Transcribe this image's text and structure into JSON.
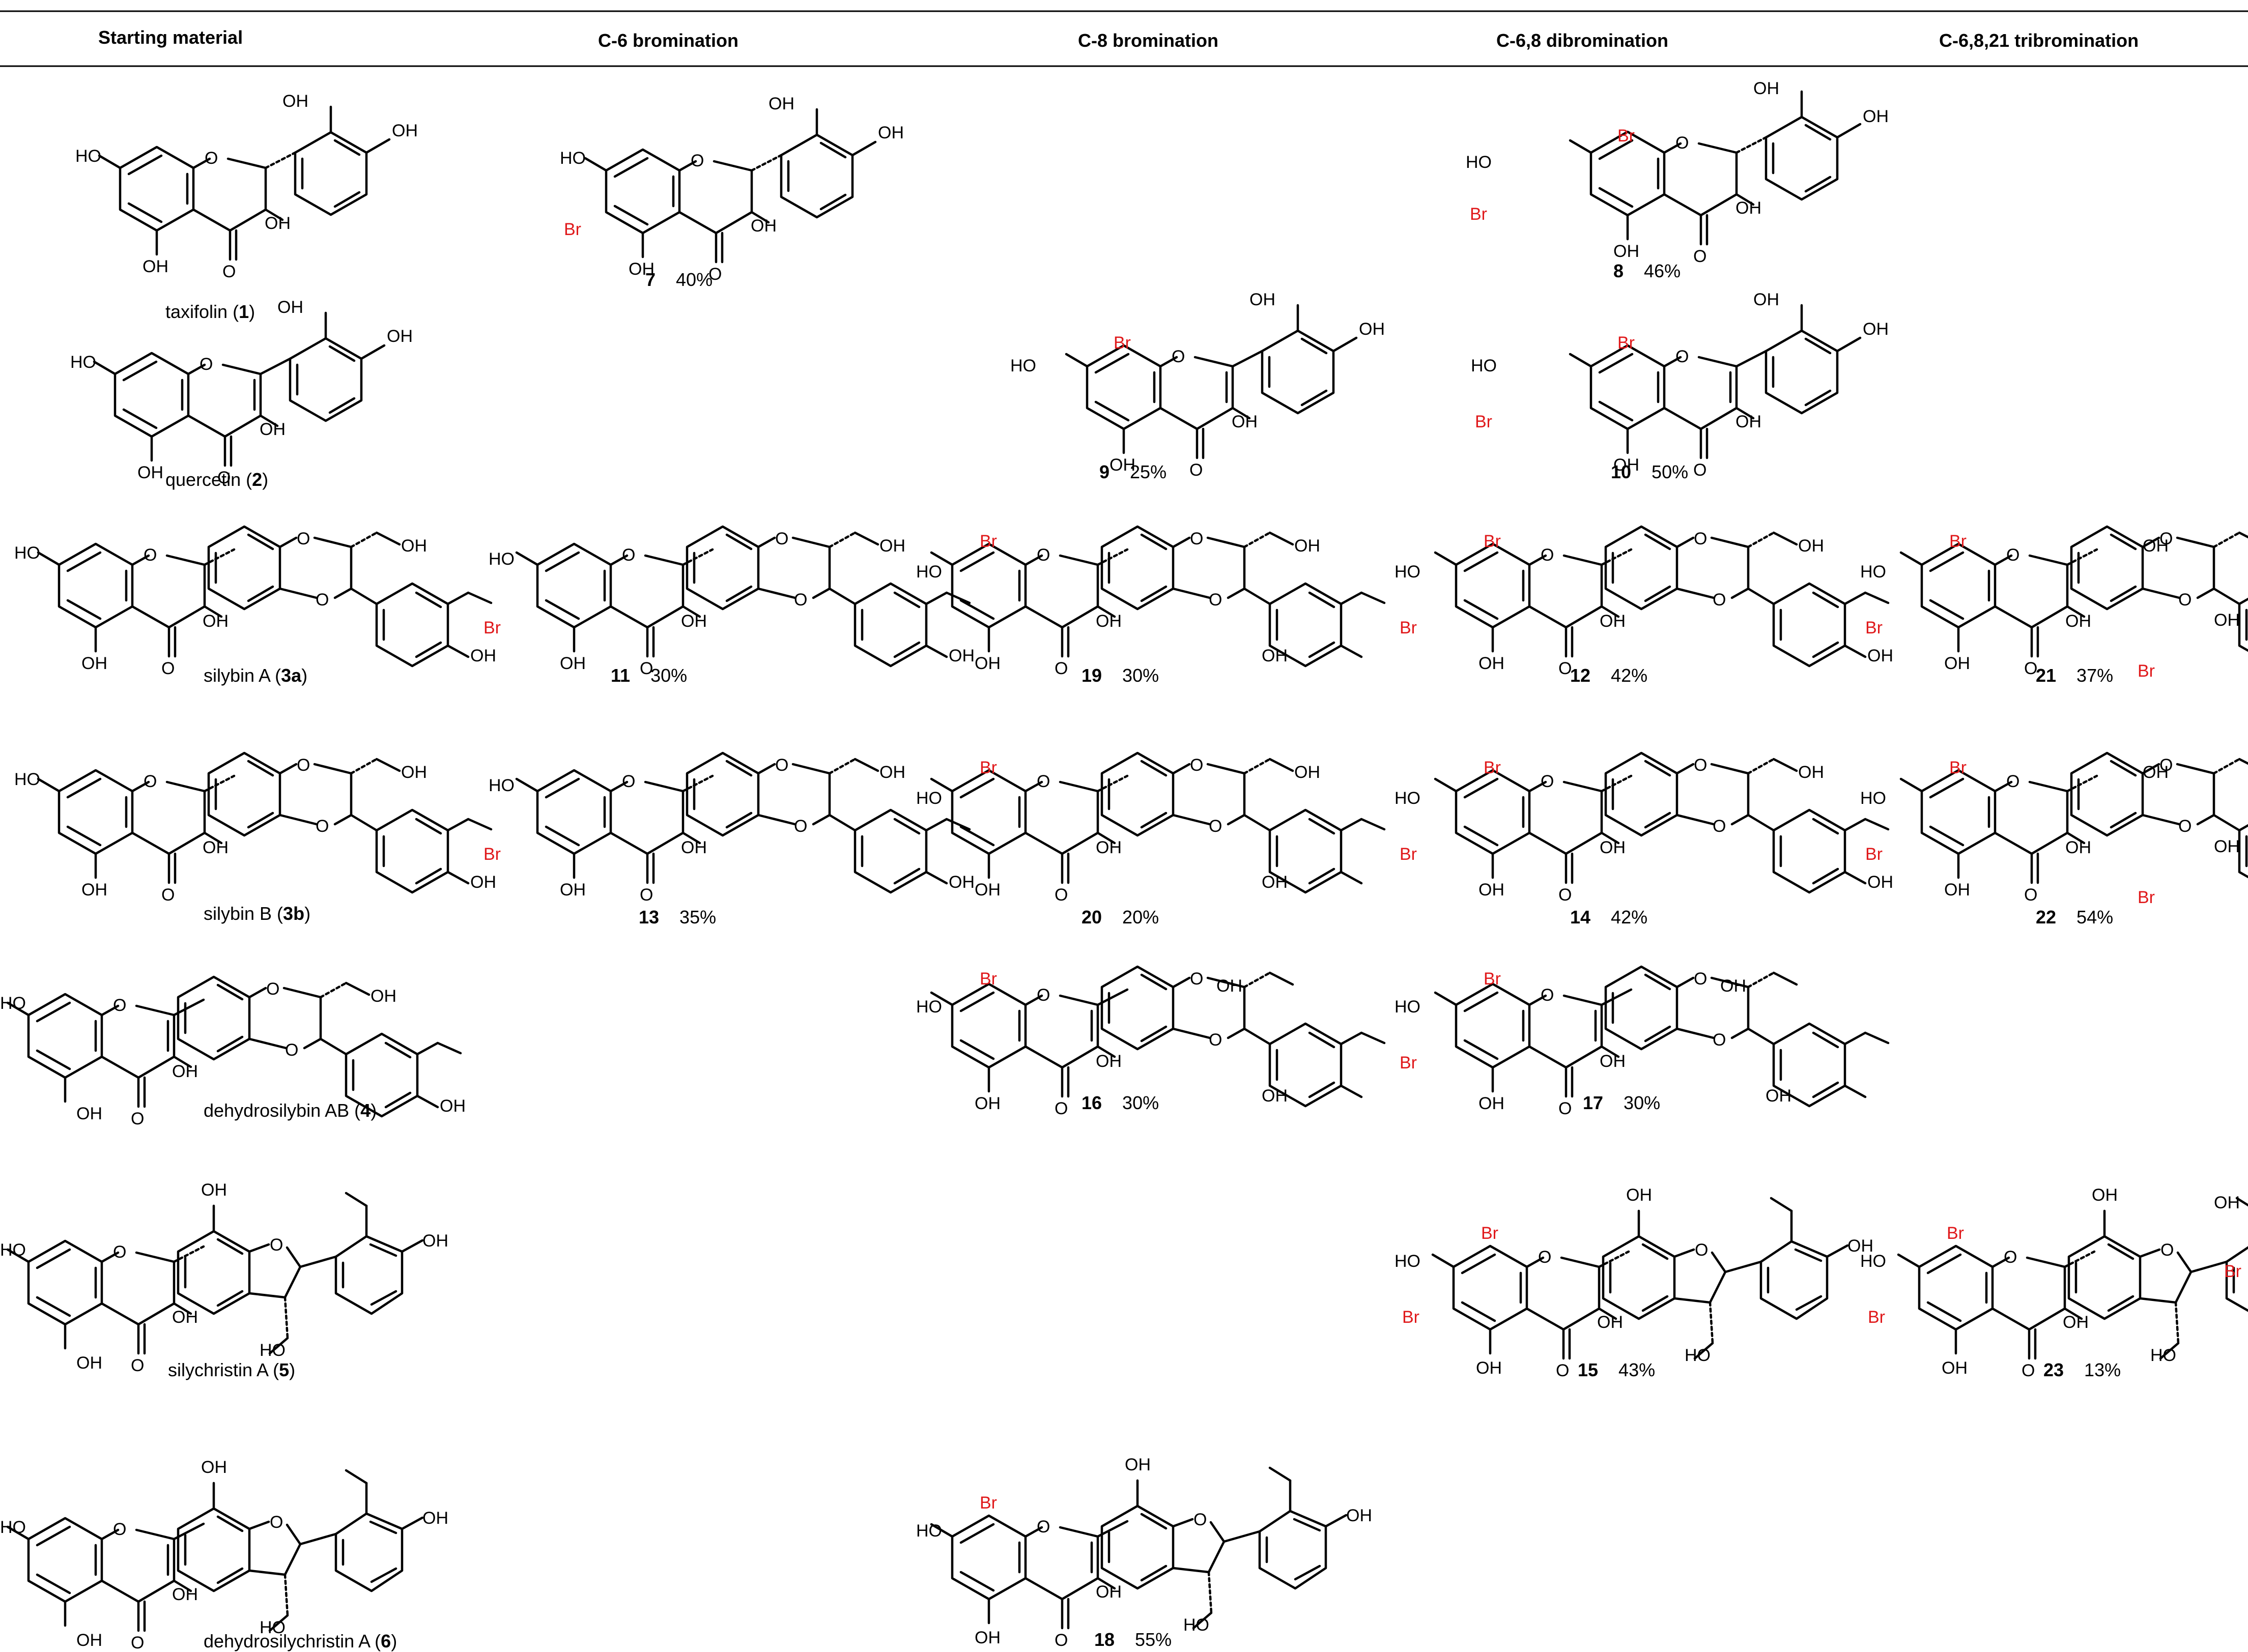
{
  "headers": [
    "Starting material",
    "C-6 bromination",
    "C-8 bromination",
    "C-6,8 dibromination",
    "C-6,8,21 tribromination"
  ],
  "atoms": {
    "oh": "OH",
    "ho": "HO",
    "o": "O",
    "br": "Br"
  },
  "start_labels": [
    {
      "name": "taxifolin (",
      "num": "1",
      "close": ")"
    },
    {
      "name": "quercetin (",
      "num": "2",
      "close": ")"
    },
    {
      "name": "silybin A (",
      "num": "3a",
      "close": ")"
    },
    {
      "name": "silybin B (",
      "num": "3b",
      "close": ")"
    },
    {
      "name": "dehydrosilybin AB (",
      "num": "4",
      "close": ")"
    },
    {
      "name": "silychristin A (",
      "num": "5",
      "close": ")"
    },
    {
      "name": "dehydrosilychristin A (",
      "num": "6",
      "close": ")"
    }
  ],
  "products": [
    {
      "num": "7",
      "yield": "40%"
    },
    {
      "num": "8",
      "yield": "46%"
    },
    {
      "num": "9",
      "yield": "25%"
    },
    {
      "num": "10",
      "yield": "50%"
    },
    {
      "num": "11",
      "yield": "30%"
    },
    {
      "num": "19",
      "yield": "30%"
    },
    {
      "num": "12",
      "yield": "42%"
    },
    {
      "num": "21",
      "yield": "37%"
    },
    {
      "num": "13",
      "yield": "35%"
    },
    {
      "num": "20",
      "yield": "20%"
    },
    {
      "num": "14",
      "yield": "42%"
    },
    {
      "num": "22",
      "yield": "54%"
    },
    {
      "num": "16",
      "yield": "30%"
    },
    {
      "num": "17",
      "yield": "30%"
    },
    {
      "num": "15",
      "yield": "43%"
    },
    {
      "num": "23",
      "yield": "13%"
    },
    {
      "num": "18",
      "yield": "55%"
    }
  ],
  "colors": {
    "bromine": "#e0191b",
    "text": "#000000"
  }
}
